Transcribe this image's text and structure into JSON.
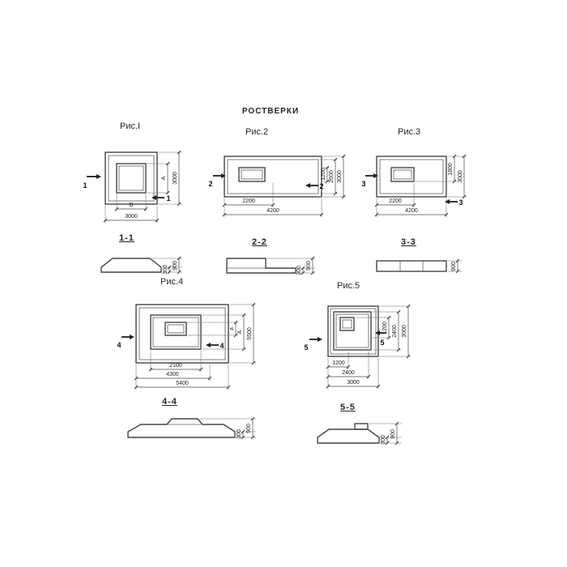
{
  "title": "РОСТВЕРКИ",
  "figures": {
    "fig1": {
      "caption": "Рис.I",
      "mark": "1",
      "section_label": "1-1",
      "plan_dims": {
        "inner_width": "В",
        "outer_width": "3000",
        "inner_height": "А",
        "outer_height": "3000"
      },
      "section_dims": {
        "edge": "300",
        "total": "900"
      }
    },
    "fig2": {
      "caption": "Рис.2",
      "mark": "2",
      "section_label": "2-2",
      "plan_dims": {
        "inner_width": "2200",
        "outer_width": "4200",
        "r1": "1200",
        "r2": "2600",
        "r3": "3000"
      },
      "section_dims": {
        "edge": "300",
        "total": "900"
      }
    },
    "fig3": {
      "caption": "Рис.3",
      "mark": "3",
      "section_label": "3-3",
      "plan_dims": {
        "inner_width": "2200",
        "outer_width": "4200",
        "r1": "1800",
        "r2": "3000"
      },
      "section_dims": {
        "total": "900"
      }
    },
    "fig4": {
      "caption": "Рис.4",
      "mark": "4",
      "section_label": "4-4",
      "plan_dims": {
        "b1": "2100",
        "b2": "4300",
        "b3": "5400",
        "r1": "а",
        "r2": "А",
        "r3": "5500"
      },
      "section_dims": {
        "edge": "300",
        "total": "900"
      }
    },
    "fig5": {
      "caption": "Рис.5",
      "mark": "5",
      "section_label": "5-5",
      "plan_dims": {
        "b1": "1200",
        "b2": "2400",
        "b3": "3000",
        "r1": "1200",
        "r2": "2400",
        "r3": "3000"
      },
      "section_dims": {
        "edge": "300",
        "total": "900"
      }
    }
  }
}
